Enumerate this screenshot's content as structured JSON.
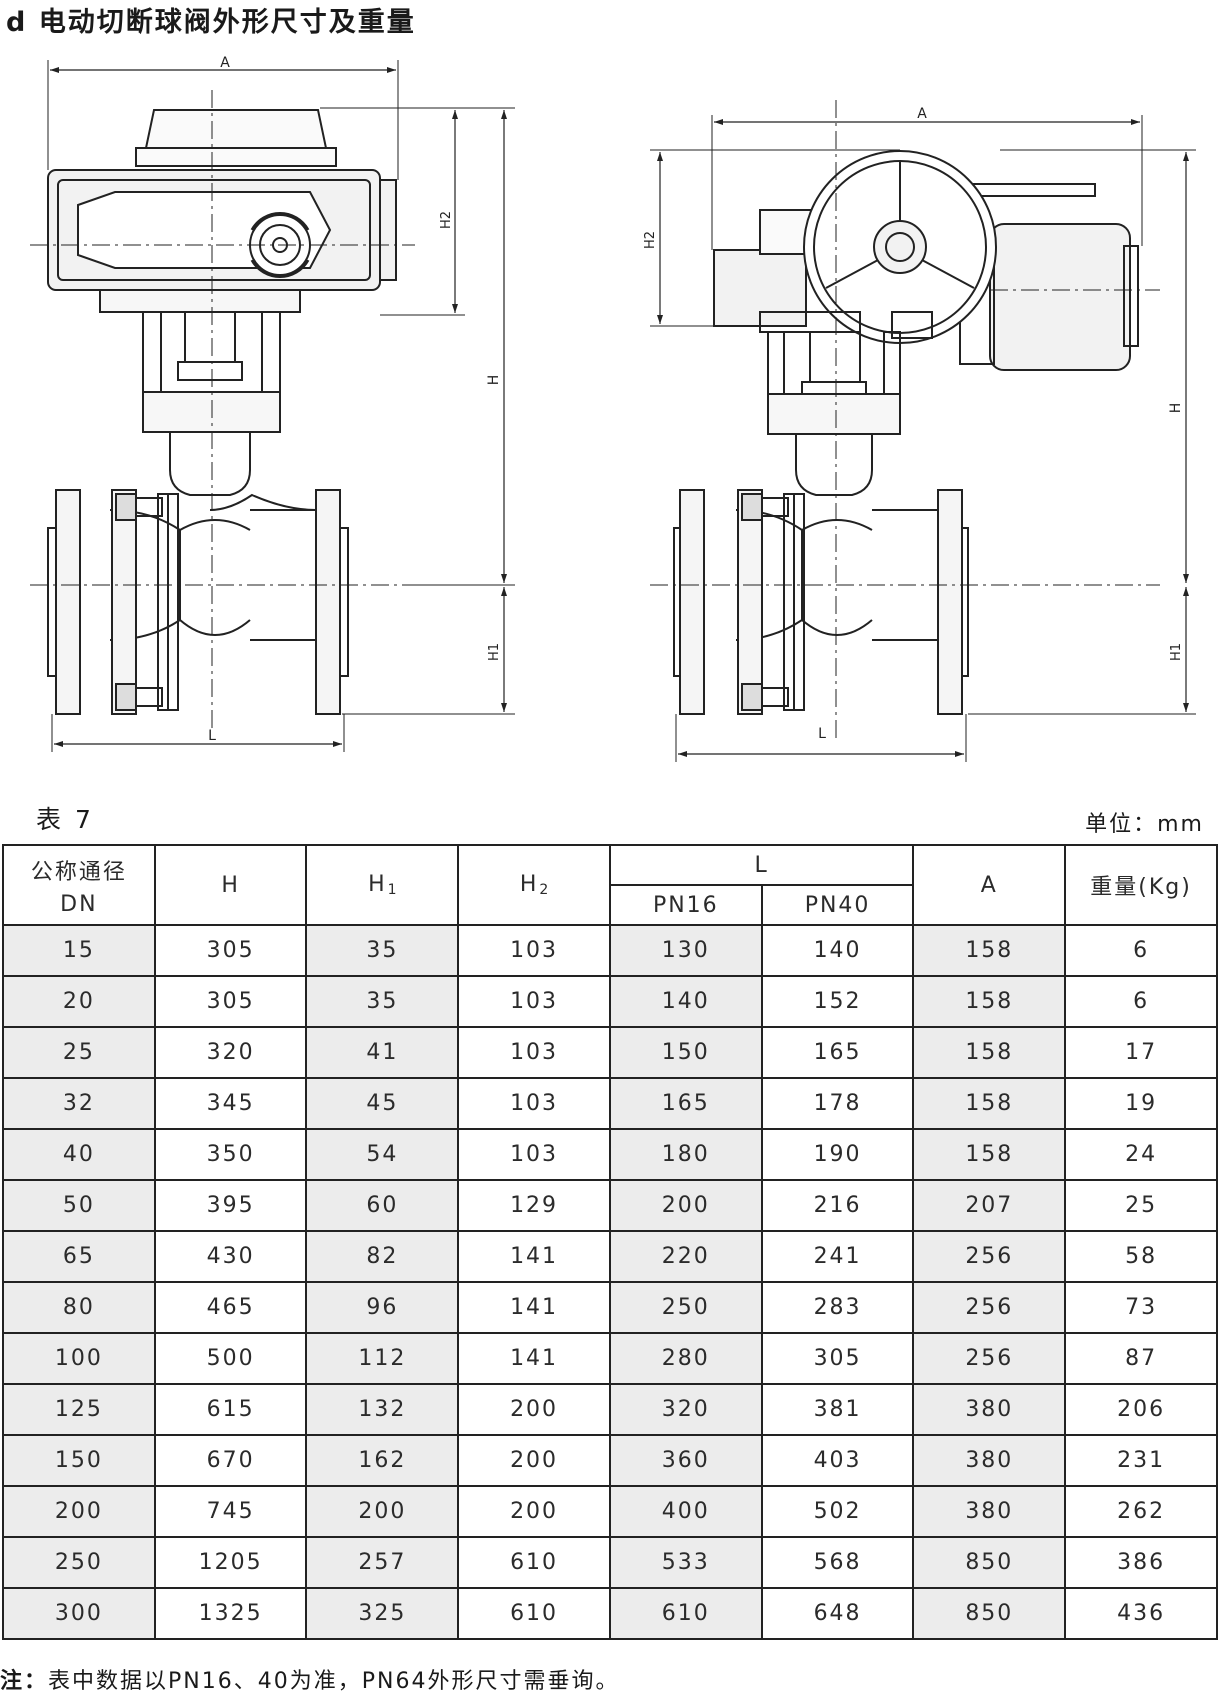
{
  "title": "d  电动切断球阀外形尺寸及重量",
  "drawing": {
    "left_view": {
      "dim_A": "A",
      "dim_H": "H",
      "dim_H1": "H1",
      "dim_H2": "H2",
      "dim_L": "L"
    },
    "right_view": {
      "dim_A": "A",
      "dim_H": "H",
      "dim_H1": "H1",
      "dim_H2": "H2",
      "dim_L": "L"
    }
  },
  "table_caption": "表 7",
  "unit": "单位：mm",
  "table": {
    "headers": {
      "dn_line1": "公称通径",
      "dn_line2": "DN",
      "h": "H",
      "h1_main": "H",
      "h1_sub": "1",
      "h2_main": "H",
      "h2_sub": "2",
      "l": "L",
      "pn16": "PN16",
      "pn40": "PN40",
      "a": "A",
      "weight": "重量(Kg)"
    },
    "rows": [
      [
        "15",
        "305",
        "35",
        "103",
        "130",
        "140",
        "158",
        "6"
      ],
      [
        "20",
        "305",
        "35",
        "103",
        "140",
        "152",
        "158",
        "6"
      ],
      [
        "25",
        "320",
        "41",
        "103",
        "150",
        "165",
        "158",
        "17"
      ],
      [
        "32",
        "345",
        "45",
        "103",
        "165",
        "178",
        "158",
        "19"
      ],
      [
        "40",
        "350",
        "54",
        "103",
        "180",
        "190",
        "158",
        "24"
      ],
      [
        "50",
        "395",
        "60",
        "129",
        "200",
        "216",
        "207",
        "25"
      ],
      [
        "65",
        "430",
        "82",
        "141",
        "220",
        "241",
        "256",
        "58"
      ],
      [
        "80",
        "465",
        "96",
        "141",
        "250",
        "283",
        "256",
        "73"
      ],
      [
        "100",
        "500",
        "112",
        "141",
        "280",
        "305",
        "256",
        "87"
      ],
      [
        "125",
        "615",
        "132",
        "200",
        "320",
        "381",
        "380",
        "206"
      ],
      [
        "150",
        "670",
        "162",
        "200",
        "360",
        "403",
        "380",
        "231"
      ],
      [
        "200",
        "745",
        "200",
        "200",
        "400",
        "502",
        "380",
        "262"
      ],
      [
        "250",
        "1205",
        "257",
        "610",
        "533",
        "568",
        "850",
        "386"
      ],
      [
        "300",
        "1325",
        "325",
        "610",
        "610",
        "648",
        "850",
        "436"
      ]
    ]
  },
  "note": {
    "label": "注：",
    "text": "表中数据以PN16、40为准，PN64外形尺寸需垂询。"
  }
}
